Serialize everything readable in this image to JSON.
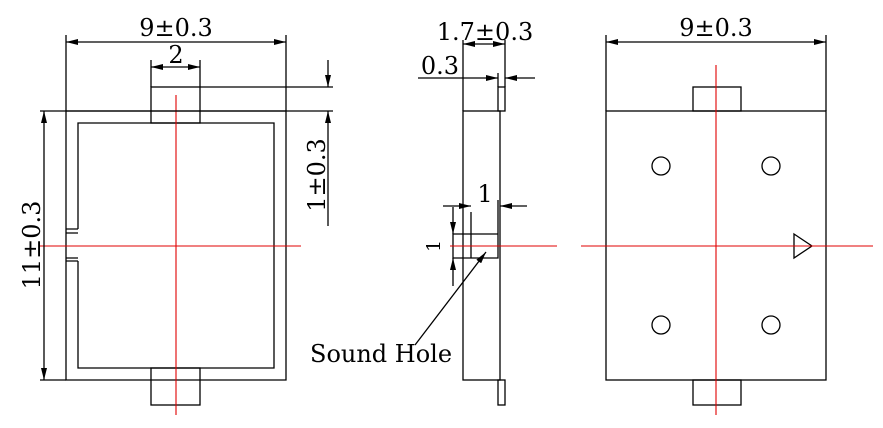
{
  "left_view": {
    "width_dim": "9±0.3",
    "tab_dim": "2",
    "height_dim": "11±0.3",
    "tab_height_dim": "1±0.3"
  },
  "side_view": {
    "thickness_dim": "1.7±0.3",
    "plate_dim": "0.3",
    "hole_width_dim": "1",
    "hole_height_dim": "1",
    "sound_hole_label": "Sound Hole"
  },
  "right_view": {
    "width_dim": "9±0.3"
  },
  "colors": {
    "lines": "#000000",
    "centerlines": "#e00000"
  }
}
